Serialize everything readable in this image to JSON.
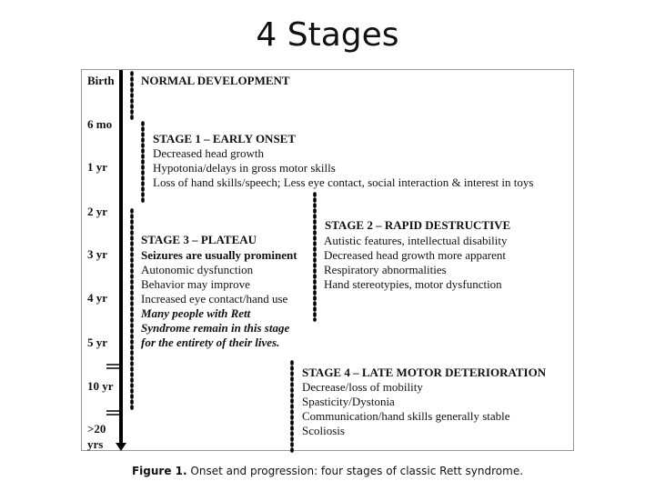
{
  "slide": {
    "title": "4 Stages"
  },
  "timeline": {
    "labels": [
      "Birth",
      "6 mo",
      "1 yr",
      "2 yr",
      "3 yr",
      "4 yr",
      "5 yr",
      "10 yr",
      ">20",
      "yrs"
    ],
    "normal_development": "NORMAL DEVELOPMENT"
  },
  "stages": {
    "stage1": {
      "title": "STAGE 1 – EARLY ONSET",
      "lines": [
        "Decreased head growth",
        "Hypotonia/delays in gross motor skills",
        "Loss of hand skills/speech; Less eye contact, social interaction & interest in toys"
      ]
    },
    "stage2": {
      "title": "STAGE 2 – RAPID DESTRUCTIVE",
      "lines": [
        "Autistic features, intellectual disability",
        "Decreased head growth more apparent",
        "Respiratory abnormalities",
        "Hand stereotypies, motor dysfunction"
      ]
    },
    "stage3": {
      "title": "STAGE 3 – PLATEAU",
      "lines": [
        "Seizures are usually prominent",
        "Autonomic dysfunction",
        "Behavior may improve",
        "Increased eye contact/hand use",
        "Many people with Rett",
        "Syndrome remain in this stage",
        "for the entirety of their lives."
      ]
    },
    "stage4": {
      "title": "STAGE 4 – LATE MOTOR DETERIORATION",
      "lines": [
        "Decrease/loss of mobility",
        "Spasticity/Dystonia",
        "Communication/hand skills generally stable",
        "Scoliosis"
      ]
    }
  },
  "caption": {
    "label": "Figure 1.",
    "text": "Onset and progression: four stages of classic Rett syndrome."
  }
}
